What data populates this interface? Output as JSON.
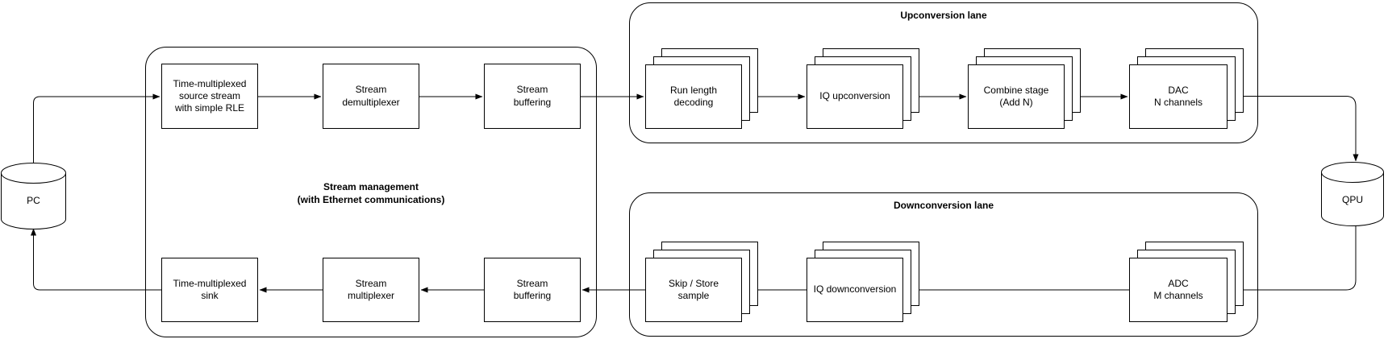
{
  "colors": {
    "stroke": "#000000",
    "background": "#ffffff"
  },
  "nodes": {
    "pc": {
      "label": "PC"
    },
    "qpu": {
      "label": "QPU"
    },
    "tm_source": {
      "lines": [
        "Time-multiplexed",
        "source stream",
        "with simple RLE"
      ]
    },
    "stream_demux": {
      "lines": [
        "Stream",
        "demultiplexer"
      ]
    },
    "stream_buffer_top": {
      "lines": [
        "Stream",
        "buffering"
      ]
    },
    "tm_sink": {
      "lines": [
        "Time-multiplexed",
        "sink"
      ]
    },
    "stream_mux": {
      "lines": [
        "Stream",
        "multiplexer"
      ]
    },
    "stream_buffer_bottom": {
      "lines": [
        "Stream",
        "buffering"
      ]
    },
    "run_length_decoding": {
      "lines": [
        "Run length",
        "decoding"
      ]
    },
    "iq_upconversion": {
      "lines": [
        "IQ upconversion"
      ]
    },
    "combine_stage": {
      "lines": [
        "Combine stage",
        "(Add N)"
      ]
    },
    "dac": {
      "lines": [
        "DAC",
        "N channels"
      ]
    },
    "skip_store": {
      "lines": [
        "Skip / Store",
        "sample"
      ]
    },
    "iq_downconversion": {
      "lines": [
        "IQ downconversion"
      ]
    },
    "adc": {
      "lines": [
        "ADC",
        "M channels"
      ]
    }
  },
  "containers": {
    "stream_management": {
      "lines": [
        "Stream management",
        "(with Ethernet communications)"
      ]
    },
    "upconversion_lane": {
      "label": "Upconversion lane"
    },
    "downconversion_lane": {
      "label": "Downconversion lane"
    }
  }
}
